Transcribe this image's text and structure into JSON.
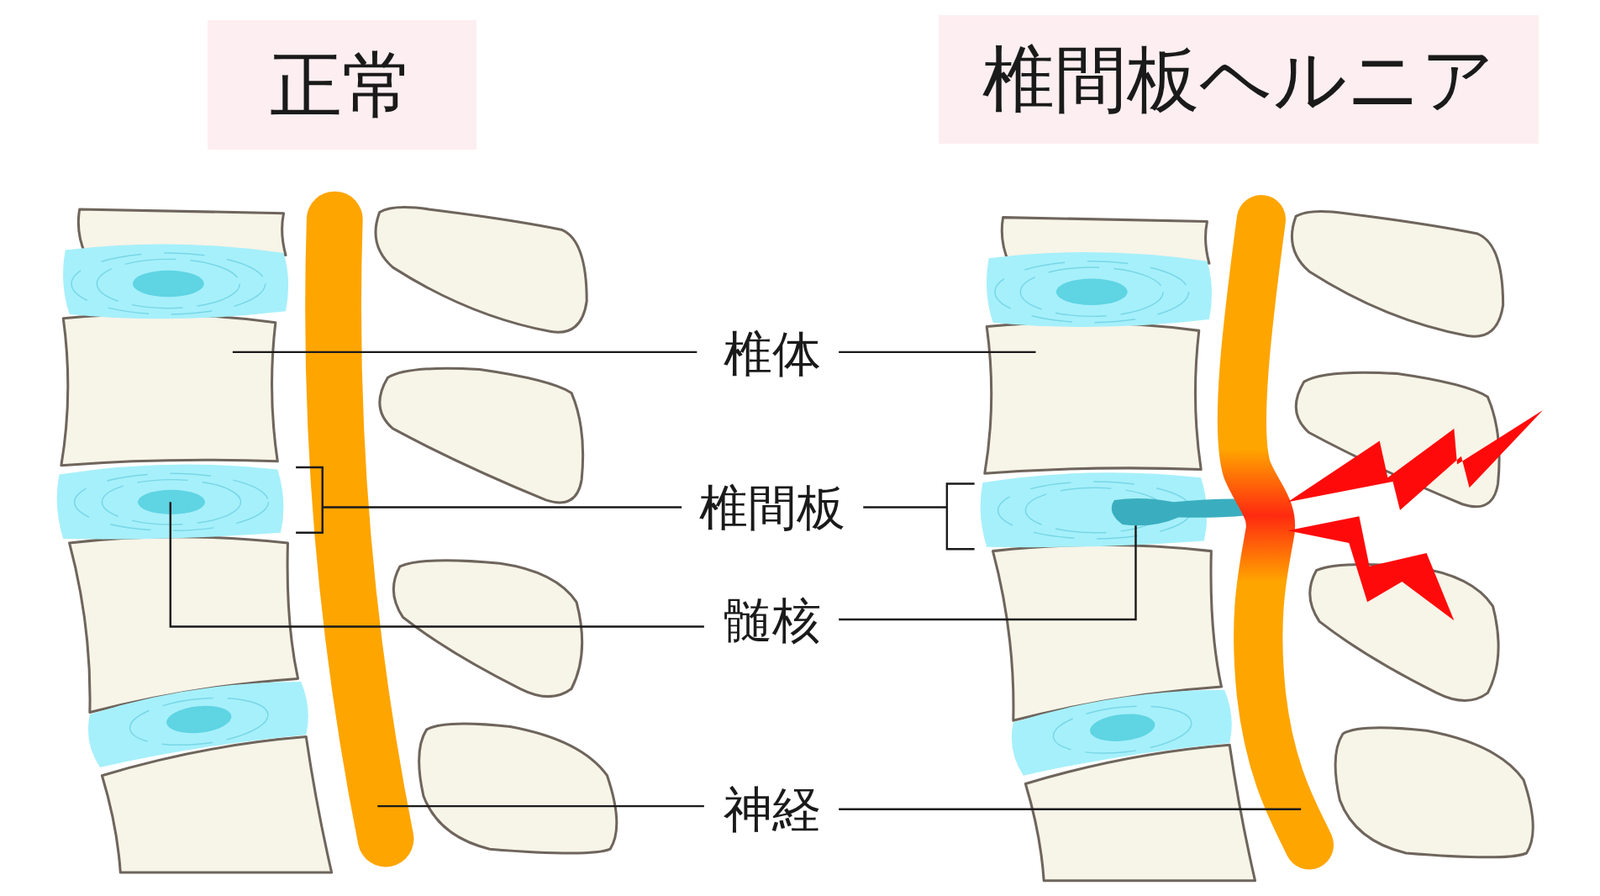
{
  "diagram": {
    "nodes": [
      {
        "text": [
          "正常"
        ]
      },
      {
        "text": [
          "椎間板ヘルニア"
        ]
      }
    ],
    "labels": [
      "椎体",
      "椎間板",
      "髄核",
      "神経"
    ]
  }
}
